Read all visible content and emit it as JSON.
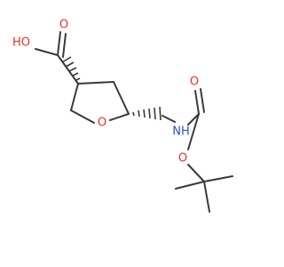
{
  "molecule": {
    "colors": {
      "bond": "#3a3a3a",
      "oxygen": "#e8302a",
      "nitrogen": "#2f4fd8"
    },
    "labels": {
      "acid_oh": "HO",
      "acid_carbonyl_o": "O",
      "ring_o": "O",
      "nh": "NH",
      "carbamate_carbonyl_o": "O",
      "ester_o": "O"
    }
  }
}
